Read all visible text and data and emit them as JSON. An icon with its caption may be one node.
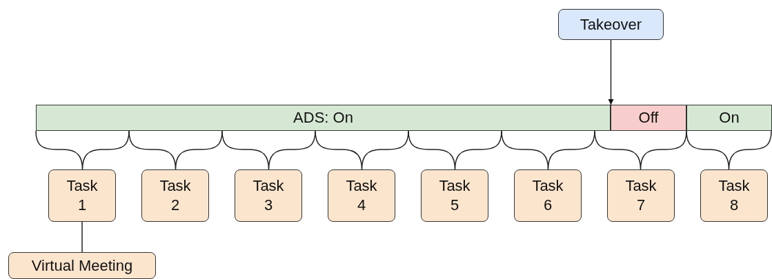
{
  "diagram": {
    "nodes": [
      {
        "text": [
          "Takeover"
        ]
      },
      {
        "text": [
          "ADS: On"
        ]
      },
      {
        "text": [
          "Off"
        ]
      },
      {
        "text": [
          "On"
        ]
      },
      {
        "text": [
          "Task 1"
        ]
      },
      {
        "text": [
          "Task 2"
        ]
      },
      {
        "text": [
          "Task 3"
        ]
      },
      {
        "text": [
          "Task 4"
        ]
      },
      {
        "text": [
          "Task 5"
        ]
      },
      {
        "text": [
          "Task 6"
        ]
      },
      {
        "text": [
          "Task 7"
        ]
      },
      {
        "text": [
          "Task 8"
        ]
      },
      {
        "text": [
          "Virtual Meeting"
        ]
      }
    ],
    "edges": [
      {
        "from": 0,
        "to": 2,
        "arrow": "to"
      },
      {
        "from": 4,
        "to": 12,
        "arrow": "none"
      }
    ]
  }
}
